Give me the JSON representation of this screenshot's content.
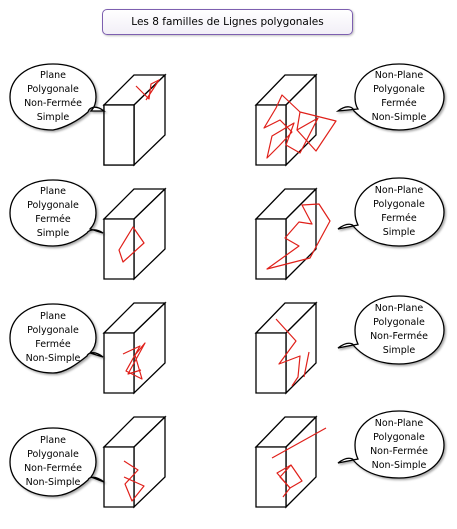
{
  "title": "Les 8 familles de Lignes polygonales",
  "families": [
    {
      "id": "left-1",
      "lines": [
        "Plane",
        "Polygonale",
        "Non-Fermée",
        "Simple"
      ]
    },
    {
      "id": "left-2",
      "lines": [
        "Plane",
        "Polygonale",
        "Fermée",
        "Simple"
      ]
    },
    {
      "id": "left-3",
      "lines": [
        "Plane",
        "Polygonale",
        "Fermée",
        "Non-Simple"
      ]
    },
    {
      "id": "left-4",
      "lines": [
        "Plane",
        "Polygonale",
        "Non-Fermée",
        "Non-Simple"
      ]
    },
    {
      "id": "right-1",
      "lines": [
        "Non-Plane",
        "Polygonale",
        "Fermée",
        "Non-Simple"
      ]
    },
    {
      "id": "right-2",
      "lines": [
        "Non-Plane",
        "Polygonale",
        "Fermée",
        "Simple"
      ]
    },
    {
      "id": "right-3",
      "lines": [
        "Non-Plane",
        "Polygonale",
        "Non-Fermée",
        "Simple"
      ]
    },
    {
      "id": "right-4",
      "lines": [
        "Non-Plane",
        "Polygonale",
        "Non-Fermée",
        "Non-Simple"
      ]
    }
  ],
  "colors": {
    "line": "#e0201a",
    "outline": "#000000",
    "title_border": "#7d5fb0"
  }
}
